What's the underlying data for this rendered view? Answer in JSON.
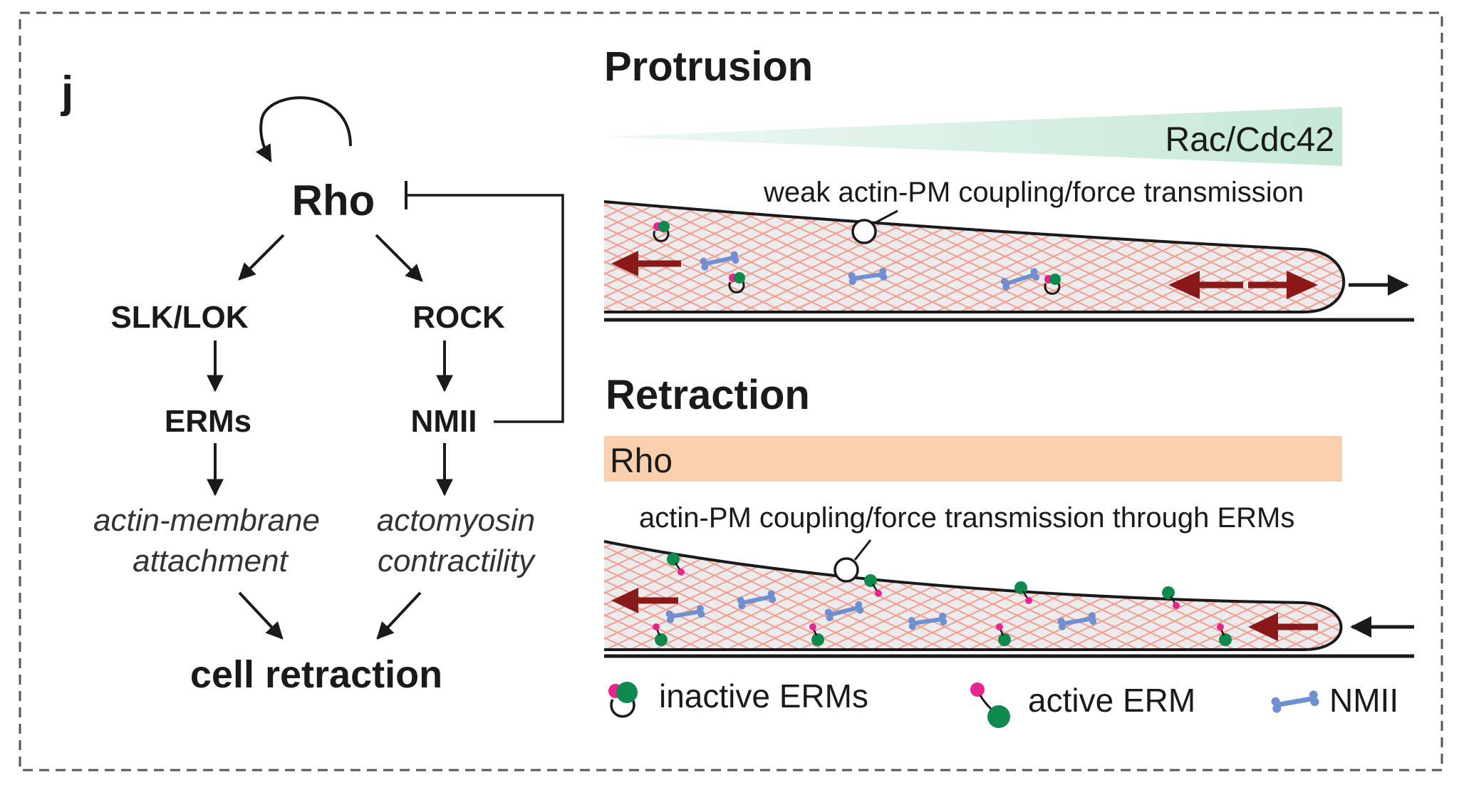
{
  "panel_label": "j",
  "pathway": {
    "rho": "Rho",
    "left_kinase": "SLK/LOK",
    "right_kinase": "ROCK",
    "left_effector": "ERMs",
    "right_effector": "NMII",
    "left_function_line1": "actin-membrane",
    "left_function_line2": "attachment",
    "right_function_line1": "actomyosin",
    "right_function_line2": "contractility",
    "outcome": "cell retraction"
  },
  "protrusion": {
    "title": "Protrusion",
    "gradient_label": "Rac/Cdc42",
    "coupling_label": "weak actin-PM coupling/force transmission"
  },
  "retraction": {
    "title": "Retraction",
    "bar_label": "Rho",
    "coupling_label": "actin-PM coupling/force transmission through ERMs"
  },
  "legend": {
    "inactive": "inactive ERMs",
    "active": "active ERM",
    "nmii": "NMII"
  },
  "colors": {
    "rac_gradient": "#c6e8d8",
    "rho_bar": "#f9cfae",
    "cell_fill": "#ececef",
    "actin": "#f0a08f",
    "red_arrow": "#8a1a1a",
    "erm_green": "#0f8a4c",
    "erm_magenta": "#e8248f",
    "nmii_blue": "#6e8fd0"
  }
}
